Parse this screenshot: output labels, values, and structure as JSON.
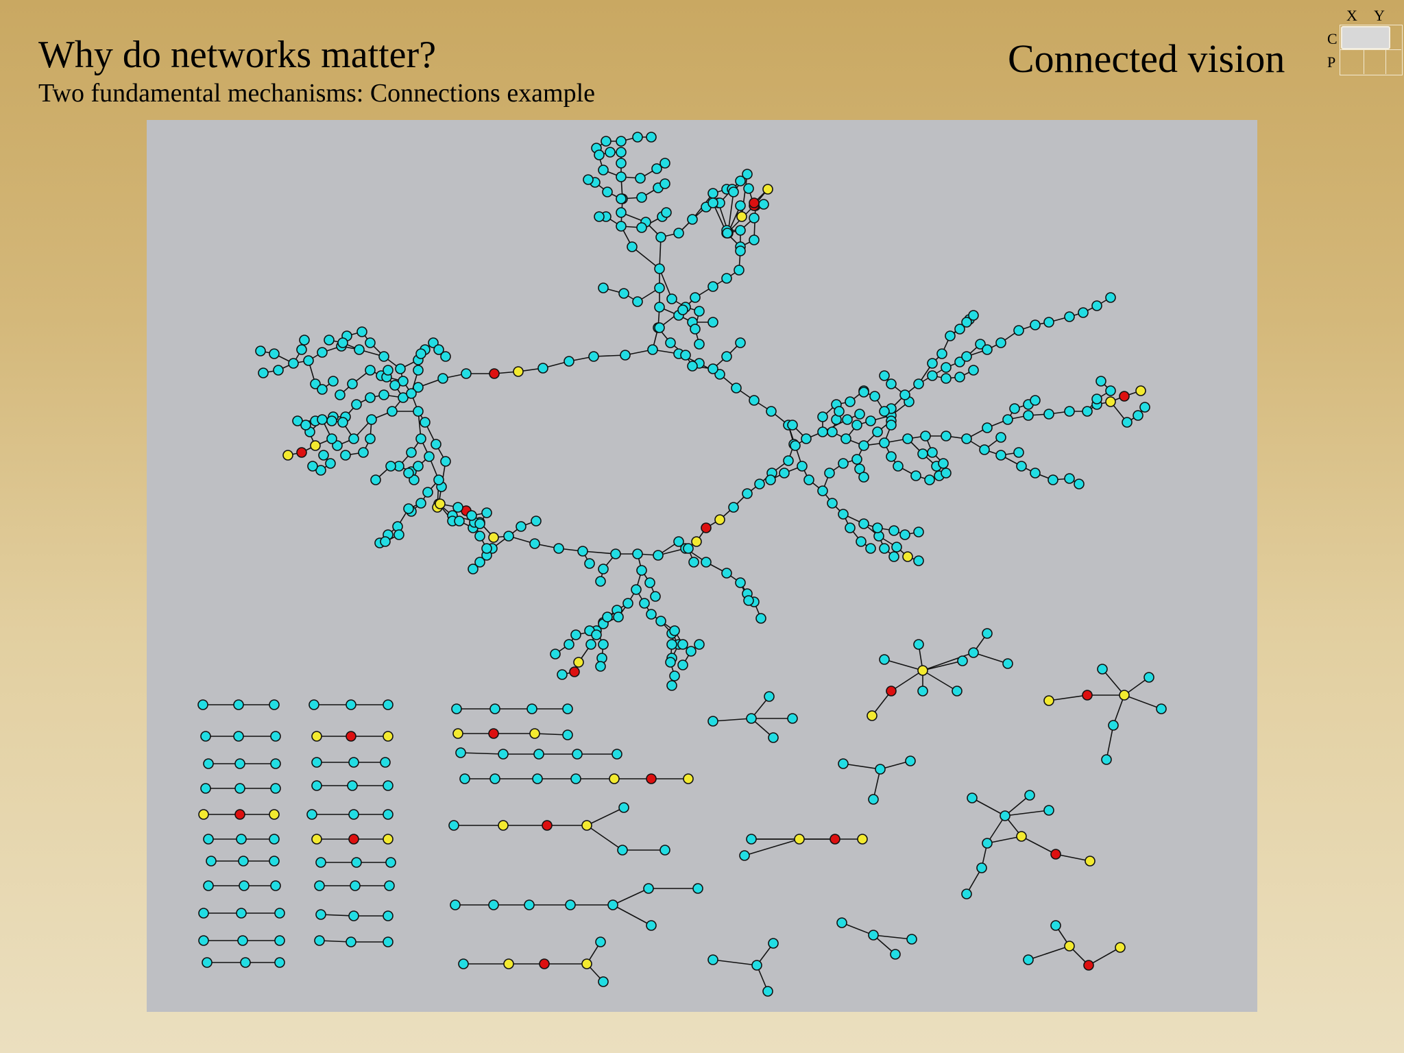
{
  "slide": {
    "title": "Why do networks matter?",
    "subtitle": "Two fundamental mechanisms: Connections example",
    "section": "Connected vision"
  },
  "indicator": {
    "x": "X",
    "y": "Y",
    "c": "C",
    "p": "P"
  },
  "colors": {
    "normal": "#22dde3",
    "yellow": "#f3ea30",
    "red": "#dd1010",
    "panel": "#bebfc3"
  },
  "network": {
    "legend_note": "",
    "node_kinds": [
      "normal",
      "yellow",
      "red"
    ]
  }
}
